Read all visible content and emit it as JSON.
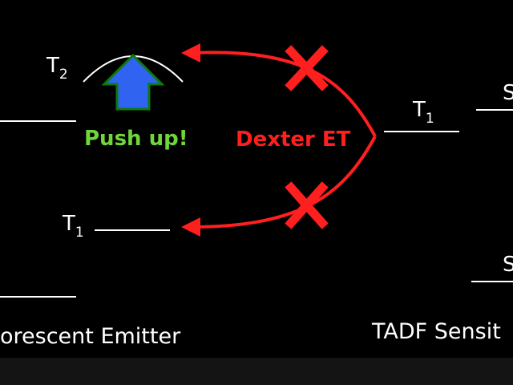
{
  "emitter": {
    "t2_label": "T",
    "t2_sub": "2",
    "t1_label": "T",
    "t1_sub": "1",
    "caption": "orescent Emitter"
  },
  "push": {
    "label": "Push up!",
    "color": "#6fd63a",
    "arrow_color": "#2f63f0"
  },
  "transfer": {
    "label": "Dexter ET",
    "color": "#ff1f1f"
  },
  "sensitizer": {
    "t1_label": "T",
    "t1_sub": "1",
    "s1_label": "S",
    "s0_label": "S",
    "caption": "TADF Sensit"
  }
}
